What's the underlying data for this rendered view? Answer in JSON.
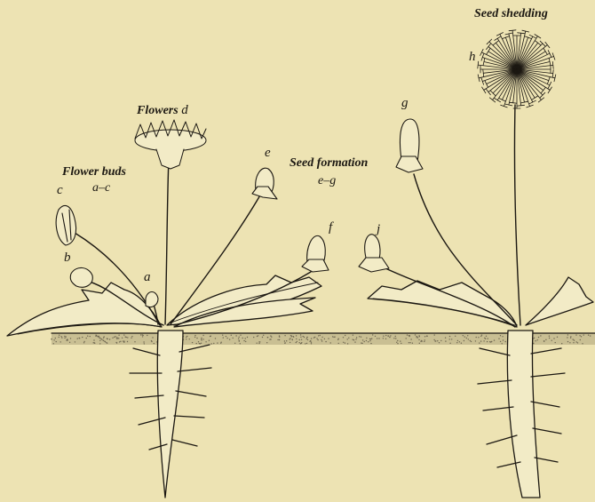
{
  "labels": {
    "flower_buds": "Flower buds",
    "flower_buds_range": "a–c",
    "flowers": "Flowers",
    "seed_formation": "Seed formation",
    "seed_formation_range": "e–g",
    "seed_shedding": "Seed shedding",
    "letters": {
      "a": "a",
      "b": "b",
      "c": "c",
      "d": "d",
      "e": "e",
      "f": "f",
      "g": "g",
      "h": "h",
      "j": "j"
    }
  },
  "colors": {
    "paper": "#ede3b3",
    "ink": "#1c1812",
    "soil": "#6e6650"
  }
}
